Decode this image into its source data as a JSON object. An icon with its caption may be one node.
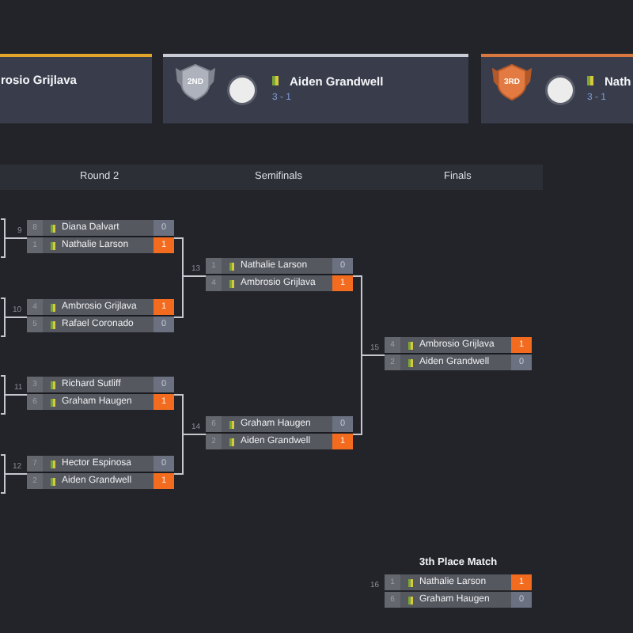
{
  "diagram": {
    "nodes": [
      {
        "text": [
          "rosio Grijlava"
        ]
      },
      {
        "text": [
          "2ND",
          "Aiden Grandwell",
          "3 - 1"
        ]
      },
      {
        "text": [
          "3RD",
          "Nath",
          "3 - 1"
        ]
      },
      {
        "text": [
          "Round 2",
          "Semifinals",
          "Finals"
        ]
      },
      {
        "text": [],
        "shape": "box",
        "beside": [
          "9"
        ]
      },
      {
        "text": [
          "8",
          "Diana Dalvart",
          "0"
        ],
        "in": 4
      },
      {
        "text": [
          "1",
          "Nathalie Larson",
          "1"
        ],
        "in": 4
      },
      {
        "text": [],
        "shape": "box",
        "beside": [
          "10"
        ]
      },
      {
        "text": [
          "4",
          "Ambrosio Grijlava",
          "1"
        ],
        "in": 7
      },
      {
        "text": [
          "5",
          "Rafael Coronado",
          "0"
        ],
        "in": 7
      },
      {
        "text": [],
        "shape": "box",
        "beside": [
          "11"
        ]
      },
      {
        "text": [
          "3",
          "Richard Sutliff",
          "0"
        ],
        "in": 10
      },
      {
        "text": [
          "6",
          "Graham Haugen",
          "1"
        ],
        "in": 10
      },
      {
        "text": [],
        "shape": "box",
        "beside": [
          "12"
        ]
      },
      {
        "text": [
          "7",
          "Hector Espinosa",
          "0"
        ],
        "in": 13
      },
      {
        "text": [
          "2",
          "Aiden Grandwell",
          "1"
        ],
        "in": 13
      },
      {
        "text": [],
        "shape": "box",
        "beside": [
          "13"
        ]
      },
      {
        "text": [
          "1",
          "Nathalie Larson",
          "0"
        ],
        "in": 16
      },
      {
        "text": [
          "4",
          "Ambrosio Grijlava",
          "1"
        ],
        "in": 16
      },
      {
        "text": [],
        "shape": "box",
        "beside": [
          "14"
        ]
      },
      {
        "text": [
          "6",
          "Graham Haugen",
          "0"
        ],
        "in": 19
      },
      {
        "text": [
          "2",
          "Aiden Grandwell",
          "1"
        ],
        "in": 19
      },
      {
        "text": [],
        "shape": "box",
        "beside": [
          "15"
        ]
      },
      {
        "text": [
          "4",
          "Ambrosio Grijlava",
          "1"
        ],
        "in": 22
      },
      {
        "text": [
          "2",
          "Aiden Grandwell",
          "0"
        ],
        "in": 22
      },
      {
        "text": [
          "3th Place Match"
        ],
        "beside": [
          "16"
        ]
      },
      {
        "text": [
          "1",
          "Nathalie Larson",
          "1"
        ],
        "in": 25
      },
      {
        "text": [
          "6",
          "Graham Haugen",
          "0"
        ],
        "in": 25
      }
    ],
    "edges": [
      {
        "from": null,
        "to": 4,
        "arrow": "none"
      },
      {
        "from": null,
        "to": 4,
        "arrow": "none"
      },
      {
        "from": null,
        "to": 7,
        "arrow": "none"
      },
      {
        "from": null,
        "to": 7,
        "arrow": "none"
      },
      {
        "from": null,
        "to": 10,
        "arrow": "none"
      },
      {
        "from": null,
        "to": 10,
        "arrow": "none"
      },
      {
        "from": null,
        "to": 13,
        "arrow": "none"
      },
      {
        "from": null,
        "to": 13,
        "arrow": "none"
      },
      {
        "from": 4,
        "to": 16,
        "arrow": "none"
      },
      {
        "from": 7,
        "to": 16,
        "arrow": "none"
      },
      {
        "from": 10,
        "to": 19,
        "arrow": "none"
      },
      {
        "from": 13,
        "to": 19,
        "arrow": "none"
      },
      {
        "from": 16,
        "to": 22,
        "arrow": "none"
      },
      {
        "from": 19,
        "to": 22,
        "arrow": "none"
      }
    ]
  }
}
